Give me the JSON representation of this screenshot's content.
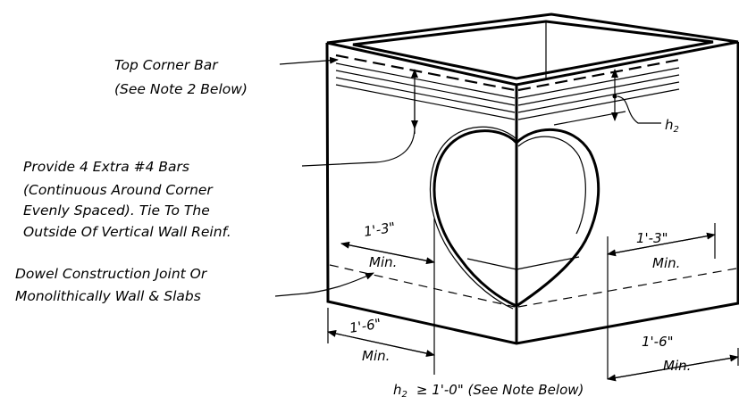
{
  "labels": {
    "top_corner_bar": "Top Corner Bar",
    "see_note_2": "(See Note 2 Below)",
    "extra_bars_1": "Provide 4 Extra #4 Bars",
    "extra_bars_2": "(Continuous Around Corner",
    "extra_bars_3": "Evenly Spaced). Tie To The",
    "extra_bars_4": "Outside Of Vertical Wall Reinf.",
    "dowel_1": "Dowel Construction Joint Or",
    "dowel_2": "Monolithically Wall & Slabs",
    "h2": "h",
    "h2_sub": "2",
    "dim_left_top": "1'-3\"",
    "dim_left_top_min": "Min.",
    "dim_right_top": "1'-3\"",
    "dim_right_top_min": "Min.",
    "dim_left_bottom": "1'-6\"",
    "dim_left_bottom_min": "Min.",
    "dim_right_bottom": "1'-6\"",
    "dim_right_bottom_min": "Min.",
    "note_h": "h",
    "note_sub": "2",
    "note_rest": "≥ 1'-0\" (See Note Below)"
  }
}
